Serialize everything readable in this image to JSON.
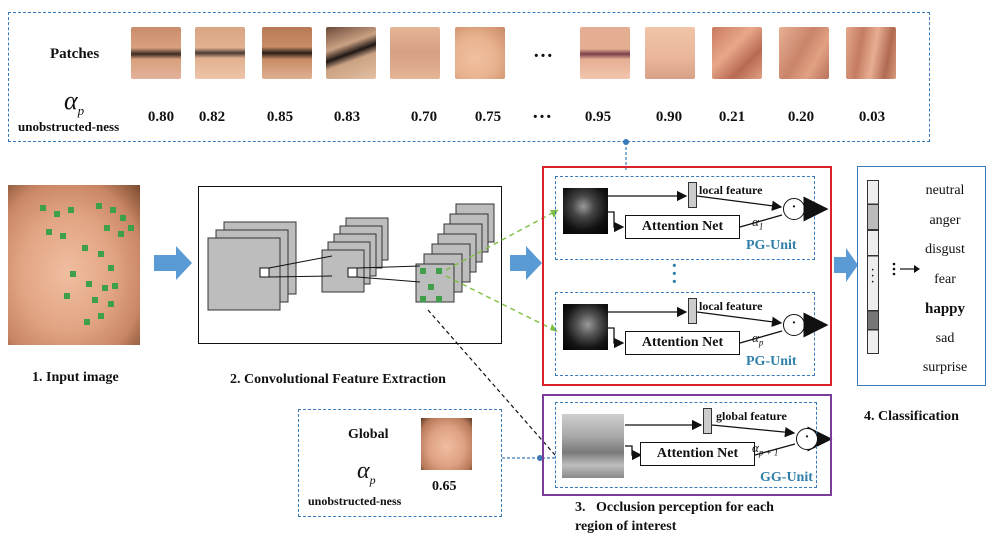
{
  "top": {
    "patches_label": "Patches",
    "alpha_symbol": "α",
    "alpha_sub": "p",
    "unobstructed_label": "unobstructed-ness",
    "ellipsis": "…",
    "alpha_values": [
      "0.80",
      "0.82",
      "0.85",
      "0.83",
      "0.70",
      "0.75",
      "0.95",
      "0.90",
      "0.21",
      "0.20",
      "0.03"
    ],
    "patch_colors": [
      "#d9a07e",
      "#e2b190",
      "#c98c66",
      "#caa183",
      "#e6b496",
      "#e8b28e",
      "#e5ae92",
      "#eab69a",
      "#d88f73",
      "#e2a183",
      "#d99879"
    ]
  },
  "captions": {
    "input": "1. Input image",
    "conv": "2. Convolutional Feature Extraction",
    "occlusion_line1": "3.   Occlusion perception for each",
    "occlusion_line2": "region of interest",
    "classification": "4. Classification"
  },
  "pg_units": [
    {
      "feature_label": "local feature",
      "attention_label": "Attention Net",
      "alpha_label": "α",
      "alpha_sub": "1",
      "unit_label": "PG-Unit",
      "dot": "·"
    },
    {
      "feature_label": "local feature",
      "attention_label": "Attention Net",
      "alpha_label": "α",
      "alpha_sub": "p",
      "unit_label": "PG-Unit",
      "dot": "·"
    }
  ],
  "gg_unit": {
    "feature_label": "global feature",
    "attention_label": "Attention Net",
    "alpha_label": "α",
    "alpha_sub": "p + 1",
    "unit_label": "GG-Unit",
    "dot": "·"
  },
  "global_box": {
    "global_label": "Global",
    "alpha_symbol": "α",
    "alpha_sub": "p",
    "unobstructed_label": "unobstructed-ness",
    "value": "0.65"
  },
  "classes": [
    "neutral",
    "anger",
    "disgust",
    "fear",
    "happy",
    "sad",
    "surprise"
  ],
  "highlighted_class": "happy",
  "colors": {
    "red_box": "#d9222a",
    "purple_box": "#7a3d9a",
    "blue_arrow": "#5b9bd5",
    "green_dash": "#7fbf3f",
    "dashed_blue": "#3a7ab8"
  }
}
